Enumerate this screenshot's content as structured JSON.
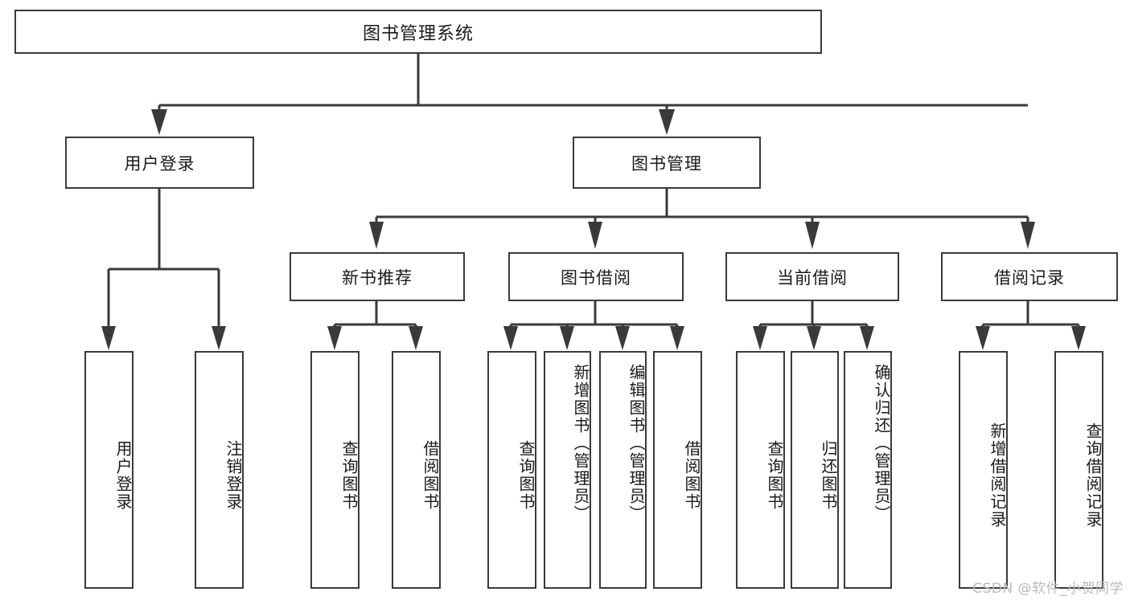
{
  "diagram": {
    "title": "图书管理系统",
    "type": "tree-hierarchy",
    "watermark": "CSDN @软件_小贺同学",
    "colors": {
      "box_border": "#3a3a3a",
      "box_fill": "#ffffff",
      "connector": "#3a3a3a",
      "text": "#1a1a1a",
      "watermark": "#b9b9b9",
      "background": "#ffffff"
    },
    "root": {
      "label": "图书管理系统"
    },
    "level2": [
      {
        "label": "用户登录"
      },
      {
        "label": "图书管理"
      }
    ],
    "level3": [
      {
        "label": "新书推荐"
      },
      {
        "label": "图书借阅"
      },
      {
        "label": "当前借阅"
      },
      {
        "label": "借阅记录"
      }
    ],
    "leaves": {
      "user_login": [
        {
          "label": "用户登录"
        },
        {
          "label": "注销登录"
        }
      ],
      "new_book_recommend": [
        {
          "label": "查询图书"
        },
        {
          "label": "借阅图书"
        }
      ],
      "book_borrow": [
        {
          "label": "查询图书"
        },
        {
          "label": "新增图书（管理员）"
        },
        {
          "label": "编辑图书（管理员）"
        },
        {
          "label": "借阅图书"
        }
      ],
      "current_borrow": [
        {
          "label": "查询图书"
        },
        {
          "label": "归还图书"
        },
        {
          "label": "确认归还（管理员）"
        }
      ],
      "borrow_record": [
        {
          "label": "新增借阅记录"
        },
        {
          "label": "查询借阅记录"
        }
      ]
    }
  }
}
